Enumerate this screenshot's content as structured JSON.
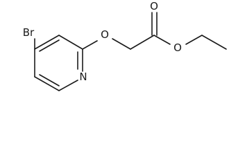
{
  "molecule": {
    "atoms": {
      "bromine": "Br",
      "ether_oxygen": "O",
      "carbonyl_oxygen": "O",
      "ester_oxygen": "O",
      "ring_nitrogen": "N"
    },
    "colors": {
      "ink": "#1a1a1a",
      "background": "#ffffff"
    }
  }
}
